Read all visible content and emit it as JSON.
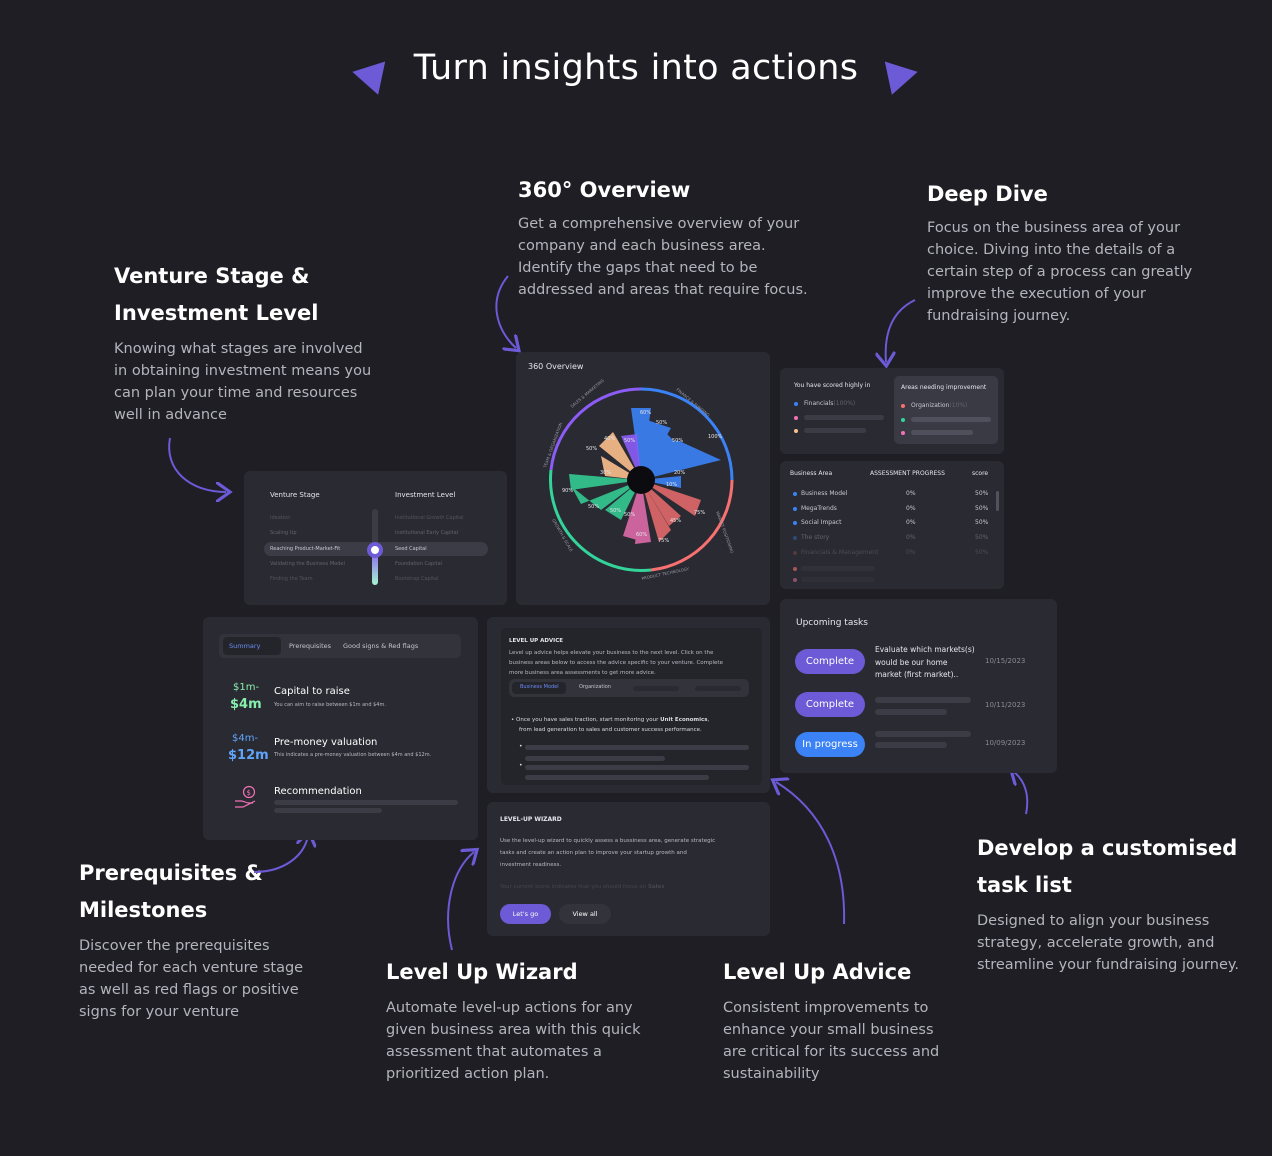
{
  "hero": {
    "title": "Turn insights into actions"
  },
  "features": {
    "overview": {
      "title": "360° Overview",
      "desc": [
        "Get a comprehensive overview of your",
        "company and each business area.",
        "Identify the gaps that need to be",
        "addressed and areas that require focus."
      ]
    },
    "deepdive": {
      "title": "Deep Dive",
      "desc": [
        "Focus on the business area of your",
        "choice. Diving into the details of a",
        "certain step of a process can greatly",
        "improve the execution of your",
        "fundraising journey."
      ]
    },
    "venture": {
      "title": [
        "Venture Stage &",
        "Investment Level"
      ],
      "desc": [
        "Knowing what stages are involved",
        "in obtaining investment means you",
        "can plan your time and resources",
        "well in advance"
      ]
    },
    "prereq": {
      "title": [
        "Prerequisites &",
        "Milestones"
      ],
      "desc": [
        "Discover the prerequisites",
        "needed for each venture stage",
        "as well as red flags or positive",
        "signs for your venture"
      ]
    },
    "wizard": {
      "title": "Level Up Wizard",
      "desc": [
        "Automate level-up actions for any",
        "given business area with this quick",
        "assessment that automates a",
        "prioritized action plan."
      ]
    },
    "advice": {
      "title": "Level Up Advice",
      "desc": [
        "Consistent improvements to",
        "enhance your small business",
        "are critical for its success and",
        "sustainability"
      ]
    },
    "tasks": {
      "title": [
        "Develop a customised",
        "task list"
      ],
      "desc": [
        "Designed to align your business",
        "strategy, accelerate growth, and",
        "streamline your fundraising journey."
      ]
    }
  },
  "overview_panel": {
    "title": "360 Overview",
    "ring_labels": [
      "FINANCE & FUNDING",
      "MARKET POSITIONING",
      "PRODUCT TECHNOLOGY",
      "GROWTH & SCALE",
      "TEAM & ORGANIZATION",
      "SALES & MARKETING"
    ],
    "values": [
      "60%",
      "50%",
      "50%",
      "100%",
      "20%",
      "10%",
      "75%",
      "45%",
      "75%",
      "60%",
      "50%",
      "50%",
      "50%",
      "90%",
      "30%",
      "50%",
      "40%",
      "50%"
    ]
  },
  "deepdive_panel": {
    "scored_high": "You have scored highly in",
    "scored_item": "Financials",
    "scored_pct": "(100%)",
    "needs": "Areas needing improvement",
    "needs_item": "Organization",
    "needs_pct": "(10%)"
  },
  "assessment": {
    "headers": [
      "Business Area",
      "ASSESSMENT PROGRESS",
      "score"
    ],
    "rows": [
      {
        "name": "Business Model",
        "progress": "0%",
        "score": "50%"
      },
      {
        "name": "MegaTrends",
        "progress": "0%",
        "score": "50%"
      },
      {
        "name": "Social Impact",
        "progress": "0%",
        "score": "50%"
      },
      {
        "name": "The story",
        "progress": "0%",
        "score": "50%"
      },
      {
        "name": "Financials & Management",
        "progress": "0%",
        "score": "50%"
      }
    ]
  },
  "venture_panel": {
    "stage_title": "Venture Stage",
    "level_title": "Investment Level",
    "stages": [
      "Ideation",
      "Scaling Up",
      "Reaching Product-Market-Fit",
      "Validating the Business Model",
      "Finding the Team"
    ],
    "levels": [
      "Institutional Growth Capital",
      "Institutional Early Capital",
      "Seed Capital",
      "Foundation Capital",
      "Bootstrap Capital"
    ]
  },
  "summary_panel": {
    "tabs": [
      "Summary",
      "Prerequisites",
      "Good signs & Red flags"
    ],
    "capital": {
      "small": "$1m-",
      "big": "$4m",
      "title": "Capital to raise",
      "desc": "You can aim to raise between $1m and $4m."
    },
    "premoney": {
      "small": "$4m-",
      "big": "$12m",
      "title": "Pre-money valuation",
      "desc": "This indicates a pre-money valuation between $4m and $12m."
    },
    "recommendation": "Recommendation"
  },
  "advice_panel": {
    "title": "LEVEL UP ADVICE",
    "desc": [
      "Level up advice helps elevate your business to the next level. Click on the",
      "business areas below to access the advice specific to your venture. Complete",
      "more business area assessments to get more advice."
    ],
    "tabs": [
      "Business Model",
      "Organization"
    ],
    "bullet_pre": "Once you have sales traction, start monitoring your ",
    "bullet_bold": "Unit Economics",
    "bullet_post": ",",
    "bullet_line2": "from lead generation to sales and customer success performance."
  },
  "wizard_panel": {
    "title": "LEVEL-UP WIZARD",
    "desc": [
      "Use the level-up wizard to quickly assess a bussiness area, generate strategic",
      "tasks and create an action plan to improve your startup growth and",
      "investment readiness."
    ],
    "faded_pre": "Your current score indicates that you should focus on ",
    "faded_bold": "Sales",
    "btn_go": "Let's go",
    "btn_all": "View all"
  },
  "tasks_panel": {
    "title": "Upcoming tasks",
    "rows": [
      {
        "status": "Complete",
        "text": [
          "Evaluate which markets(s)",
          "would be our home",
          "market (first market).."
        ],
        "date": "10/15/2023"
      },
      {
        "status": "Complete",
        "date": "10/11/2023"
      },
      {
        "status": "In progress",
        "date": "10/09/2023"
      }
    ]
  },
  "colors": {
    "accent": "#6c5ad6",
    "blue": "#3b82f6",
    "green": "#34d399",
    "pink": "#f472b6",
    "red": "#f87171",
    "peach": "#fbbf8c"
  }
}
